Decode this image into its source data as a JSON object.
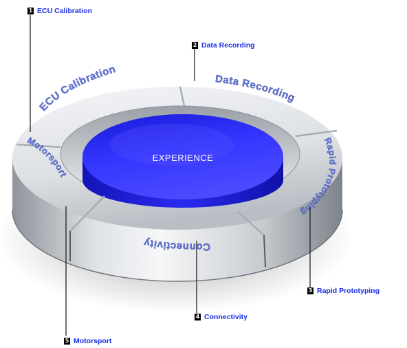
{
  "center": {
    "label": "EXPERIENCE"
  },
  "segments": {
    "ecu": "ECU Calibration",
    "data": "Data Recording",
    "rapid": "Rapid Prototyping",
    "conn": "Connectivity",
    "moto": "Motorsport"
  },
  "callouts": [
    {
      "num": "1",
      "label": "ECU Calibration"
    },
    {
      "num": "2",
      "label": "Data Recording"
    },
    {
      "num": "3",
      "label": "Rapid Prototyping"
    },
    {
      "num": "4",
      "label": "Connectivity"
    },
    {
      "num": "5",
      "label": "Motorsport"
    }
  ],
  "colors": {
    "accent": "#1a2ee8",
    "disc": "#1e1ef2",
    "ring": "#d9dde2"
  }
}
